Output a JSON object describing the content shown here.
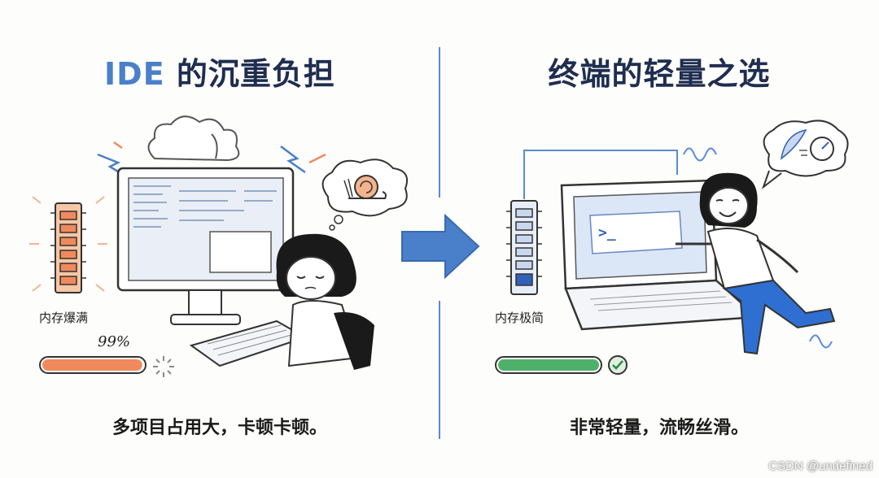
{
  "left": {
    "title_part1": "IDE",
    "title_part2": "的沉重负担",
    "memory_label": "内存爆满",
    "memory_percent_text": "99%",
    "memory_level": 0.99,
    "caption": "多项目占用大，卡顿卡顿。",
    "colors": {
      "title_accent": "#4a7fc9",
      "title_dark": "#1f2d4f",
      "ram": "#f08a5d",
      "bar": "#f08a5d"
    },
    "icons": [
      "ram-chip-icon",
      "desktop-monitor-icon",
      "snail-thought-icon",
      "steam-cloud-icon",
      "lightning-icon",
      "loading-spinner-icon"
    ]
  },
  "right": {
    "title": "终端的轻量之选",
    "memory_label": "内存极简",
    "memory_level": 1.0,
    "caption": "非常轻量，流畅丝滑。",
    "colors": {
      "title": "#1f2d4f",
      "ram": "#7ea3d8",
      "bar": "#4fb06a"
    },
    "icons": [
      "ram-chip-icon",
      "laptop-terminal-icon",
      "feather-speedometer-thought-icon",
      "checkmark-icon"
    ]
  },
  "arrow_icon": "right-arrow-icon",
  "watermark": "CSDN @undefined"
}
